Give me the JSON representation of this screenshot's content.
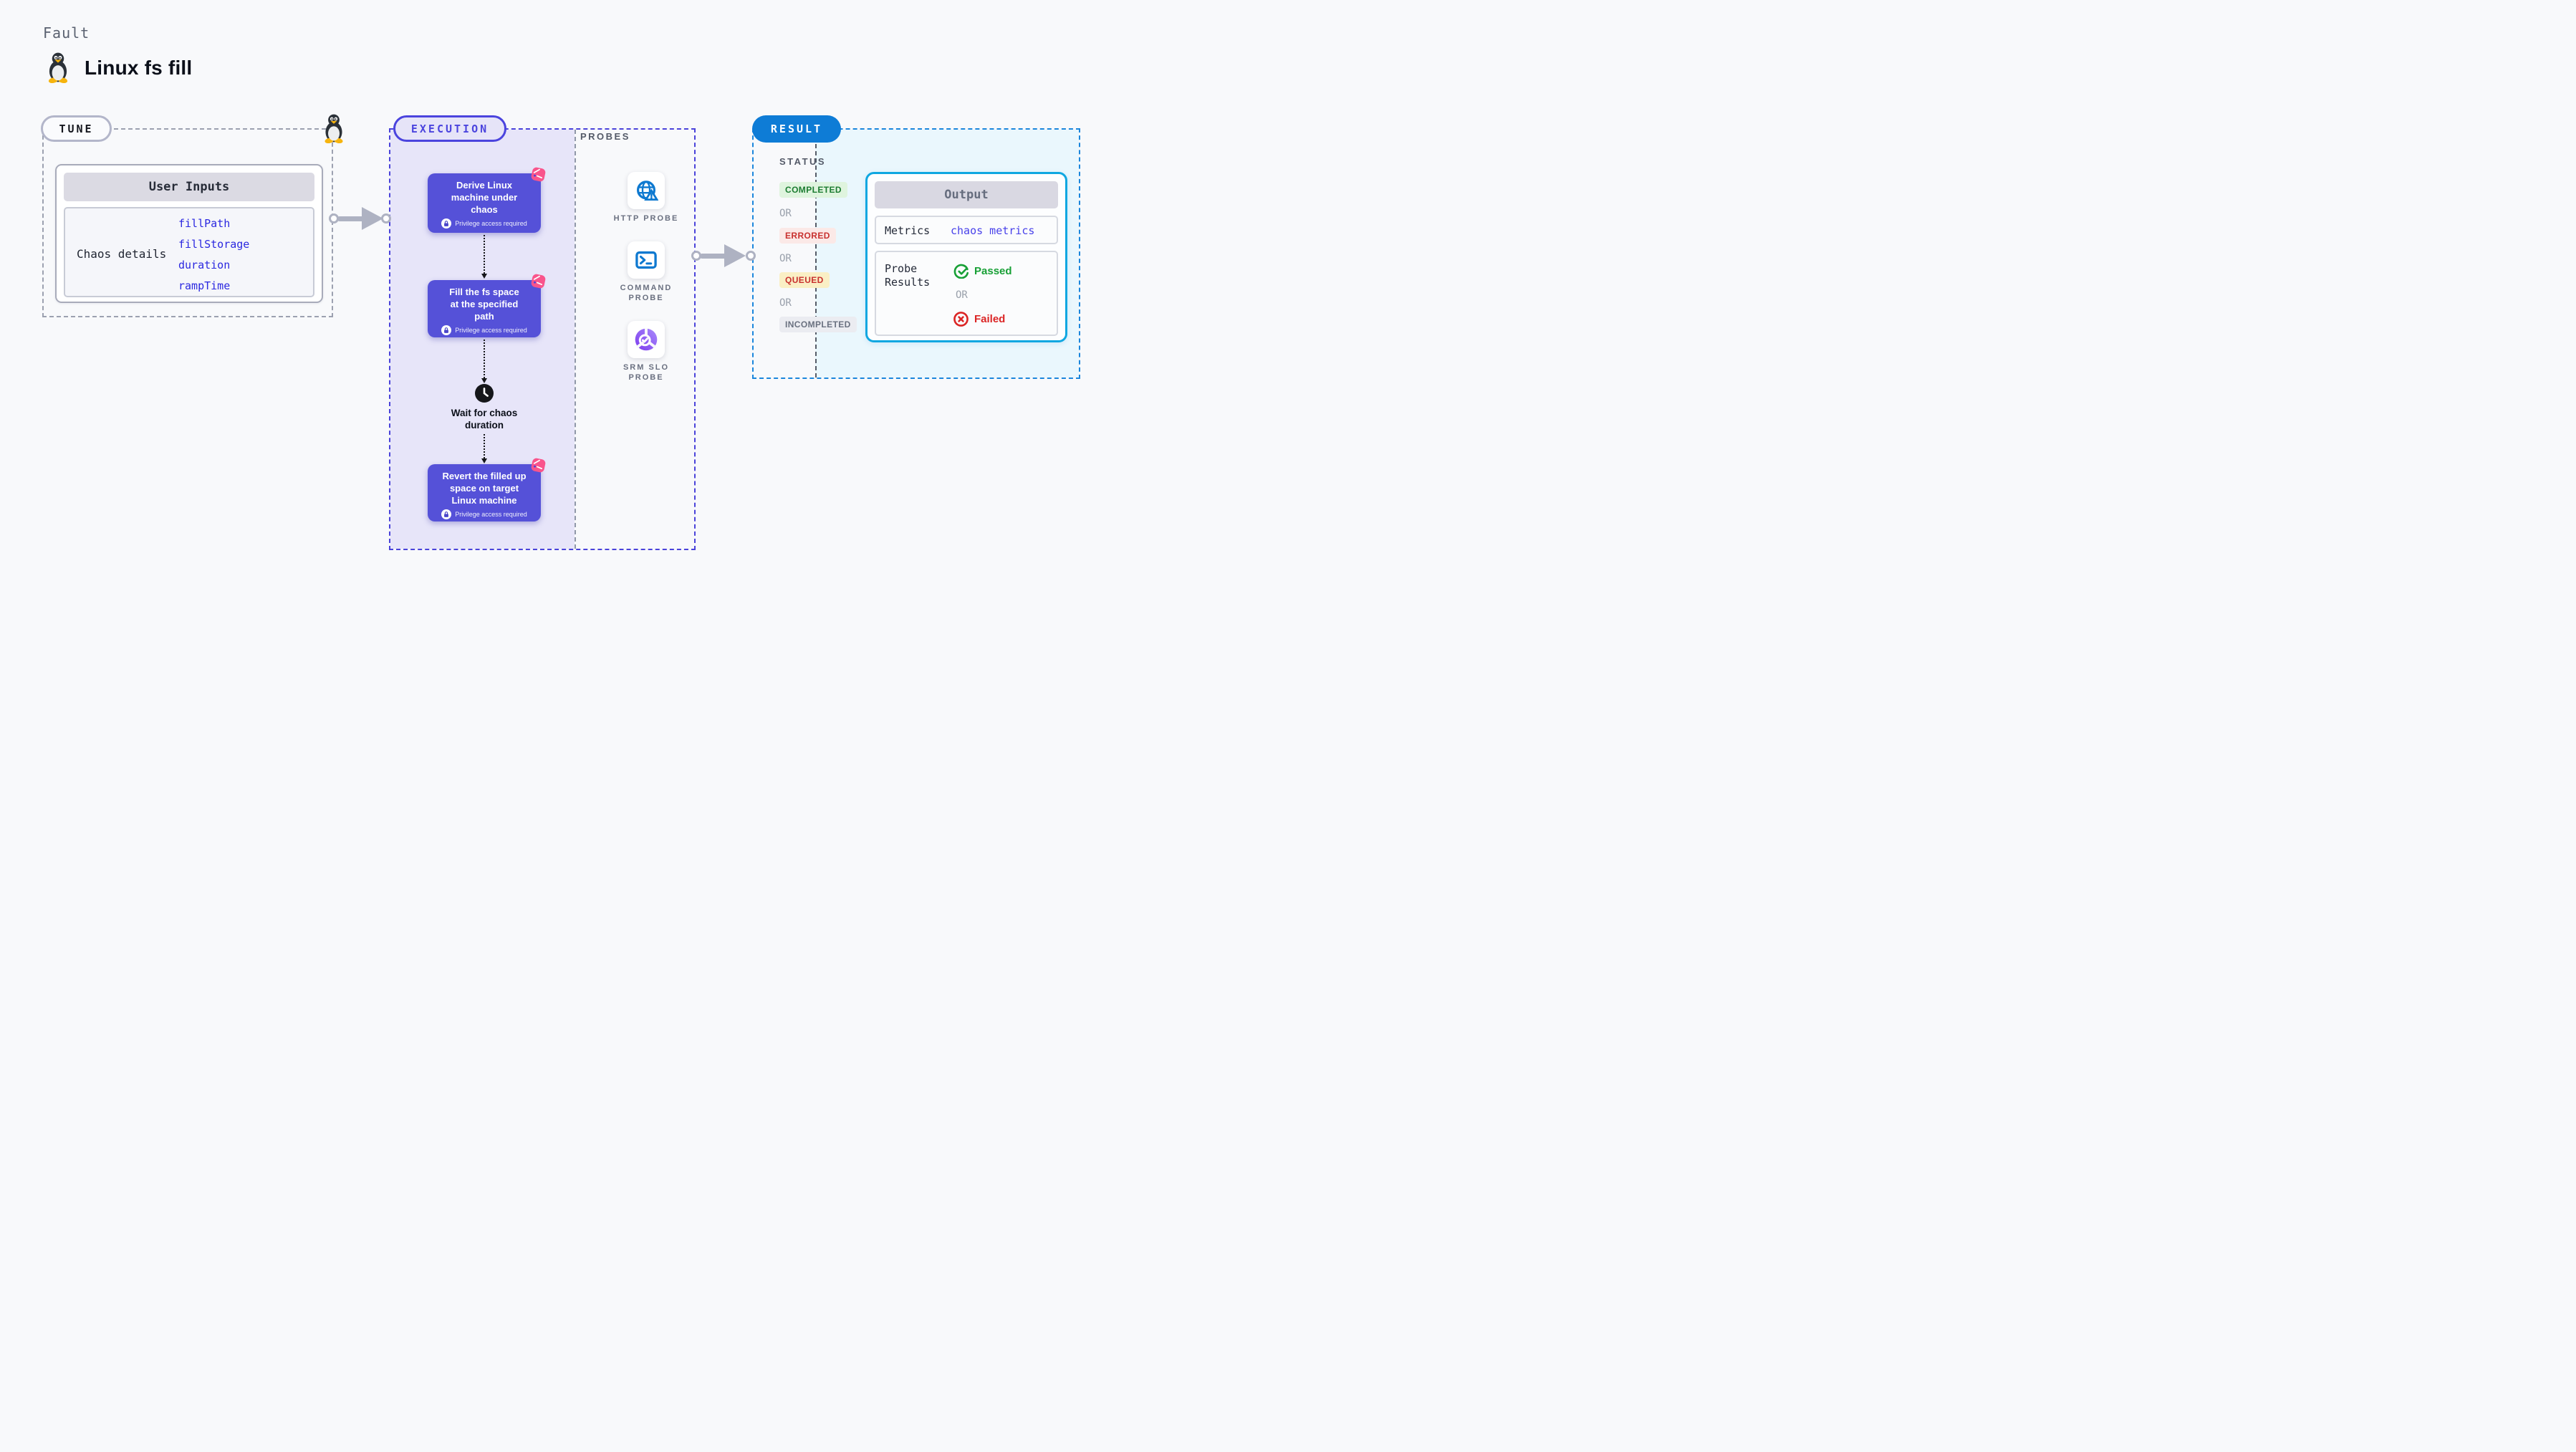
{
  "header": {
    "kicker": "Fault",
    "title": "Linux fs fill",
    "title_icon": "tux-penguin-icon"
  },
  "palette": {
    "page_bg": "#F8F9FB",
    "indigo_accent": "#4B44DE",
    "execution_fill": "#E7E5F9",
    "step_box": "#5551D8",
    "pink_badge": "#F9548C",
    "gray_dash": "#9CA1B0",
    "result_pill_blue": "#0E7CD6",
    "result_dash_blue": "#1B86DC",
    "result_fill": "#EAF7FD",
    "output_border_cyan": "#0FA7E1",
    "passed_green": "#18A036",
    "failed_red": "#DB2525",
    "completed_green": "#1C7C31",
    "errored_red": "#C8302E",
    "queued_bg": "#FAEFC5",
    "incompleted_gray": "#6A7180",
    "input_link_blue": "#2B28E0",
    "metrics_value_indigo": "#4841EA",
    "connector_gray": "#AEB2C2"
  },
  "tune": {
    "label": "TUNE",
    "corner_icon": "tux-penguin-icon",
    "card": {
      "header": "User Inputs",
      "row_label": "Chaos details",
      "inputs": [
        "fillPath",
        "fillStorage",
        "duration",
        "rampTime"
      ]
    }
  },
  "execution": {
    "label": "EXECUTION",
    "steps": [
      {
        "lines": [
          "Derive Linux",
          "machine under",
          "chaos"
        ],
        "badge_icon": "chaos-fault-icon",
        "lock_icon": "lock-icon",
        "note": "Privilege access required"
      },
      {
        "lines": [
          "Fill the fs space",
          "at the specified",
          "path"
        ],
        "badge_icon": "chaos-fault-icon",
        "lock_icon": "lock-icon",
        "note": "Privilege access required"
      },
      {
        "lines": [
          "Revert the filled up",
          "space on target",
          "Linux machine"
        ],
        "badge_icon": "chaos-fault-icon",
        "lock_icon": "lock-icon",
        "note": "Privilege access required"
      }
    ],
    "wait": {
      "icon": "clock-icon",
      "lines": [
        "Wait for chaos",
        "duration"
      ]
    }
  },
  "probes": {
    "label": "PROBES",
    "items": [
      {
        "icon": "globe-alert-icon",
        "line1": "HTTP PROBE",
        "line2": ""
      },
      {
        "icon": "terminal-icon",
        "line1": "COMMAND",
        "line2": "PROBE"
      },
      {
        "icon": "slo-donut-check-icon",
        "line1": "SRM SLO",
        "line2": "PROBE"
      }
    ]
  },
  "result": {
    "label": "RESULT",
    "status_heading": "STATUS",
    "or_label": "OR",
    "statuses": [
      {
        "text": "COMPLETED",
        "tone": "green"
      },
      {
        "text": "ERRORED",
        "tone": "red"
      },
      {
        "text": "QUEUED",
        "tone": "amber"
      },
      {
        "text": "INCOMPLETED",
        "tone": "gray"
      }
    ],
    "output": {
      "header": "Output",
      "metrics_label": "Metrics",
      "metrics_value": "chaos metrics",
      "probe_label_line1": "Probe",
      "probe_label_line2": "Results",
      "passed": "Passed",
      "or": "OR",
      "failed": "Failed"
    }
  }
}
